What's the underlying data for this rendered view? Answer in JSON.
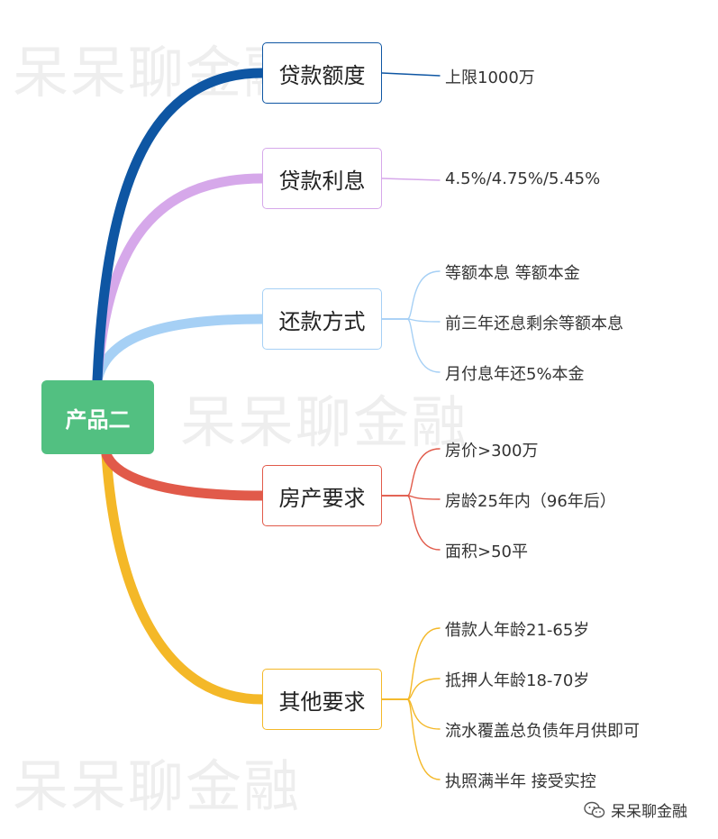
{
  "watermark": "呆呆聊金融",
  "root": {
    "label": "产品二",
    "color": "#52c081"
  },
  "branches": [
    {
      "label": "贷款额度",
      "color": "#0e56a3",
      "items": [
        "上限1000万"
      ]
    },
    {
      "label": "贷款利息",
      "color": "#d6a8ea",
      "items": [
        "4.5%/4.75%/5.45%"
      ]
    },
    {
      "label": "还款方式",
      "color": "#a6d0f5",
      "items": [
        "等额本息 等额本金",
        "前三年还息剩余等额本息",
        "月付息年还5%本金"
      ]
    },
    {
      "label": "房产要求",
      "color": "#e15a4a",
      "items": [
        "房价>300万",
        "房龄25年内（96年后）",
        "面积>50平"
      ]
    },
    {
      "label": "其他要求",
      "color": "#f4b828",
      "items": [
        "借款人年龄21-65岁",
        "抵押人年龄18-70岁",
        "流水覆盖总负债年月供即可",
        "执照满半年 接受实控"
      ]
    }
  ],
  "credit": {
    "text": "呆呆聊金融",
    "icon": "wechat-icon"
  }
}
